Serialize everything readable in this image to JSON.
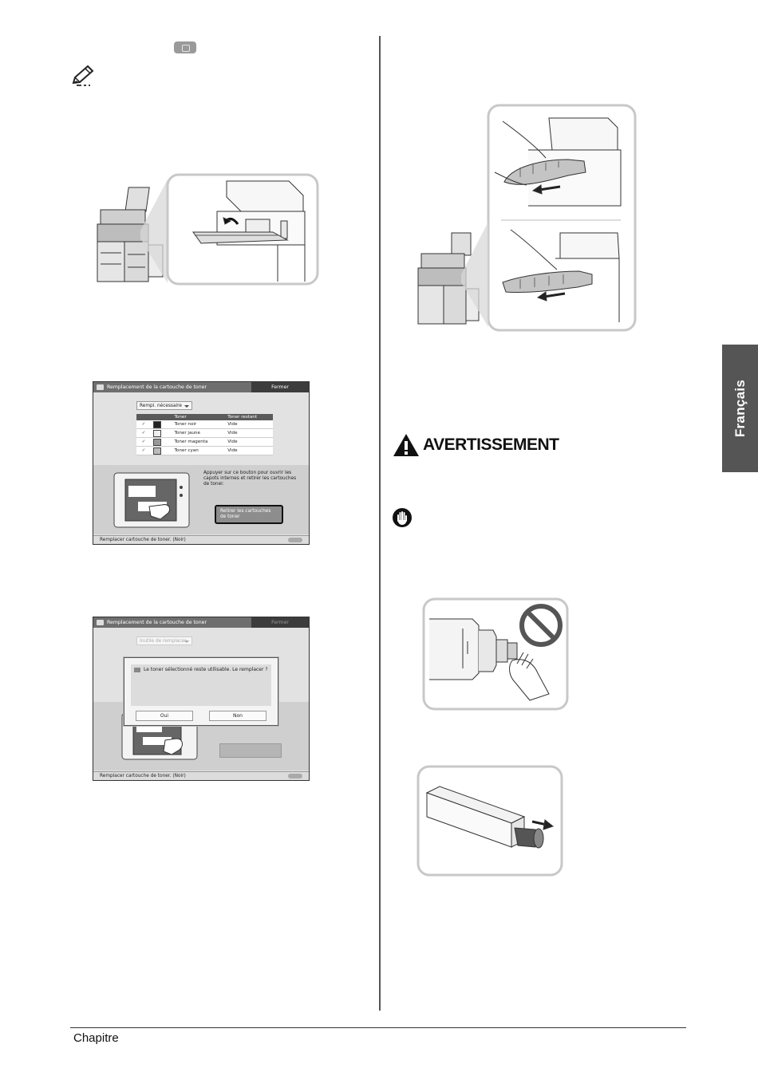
{
  "footer": {
    "label": "Chapitre"
  },
  "side_tab": {
    "label": "Français"
  },
  "warning": {
    "title": "AVERTISSEMENT"
  },
  "screen1": {
    "title": "Remplacement de la cartouche de toner",
    "close_label": "Fermer",
    "dropdown": "Rempl. nécessaire",
    "table": {
      "headers": [
        "Toner",
        "Toner restant"
      ],
      "rows": [
        {
          "name": "Toner noir",
          "status": "Vide"
        },
        {
          "name": "Toner jaune",
          "status": "Vide"
        },
        {
          "name": "Toner magenta",
          "status": "Vide"
        },
        {
          "name": "Toner cyan",
          "status": "Vide"
        }
      ]
    },
    "description": "Appuyer sur ce bouton pour ouvrir les capots internes et retirer les cartouches de toner.",
    "button_label": "Retirer les cartouches de toner",
    "status": "Remplacer cartouche de toner. (Noir)"
  },
  "screen2": {
    "title": "Remplacement de la cartouche de toner",
    "close_label": "Fermer",
    "dropdown": "Inutile de remplacer",
    "dialog_message": "Le toner sélectionné reste utilisable. Le remplacer ?",
    "yes_label": "Oui",
    "no_label": "Non",
    "status": "Remplacer cartouche de toner. (Noir)"
  },
  "colors": {
    "side_tab": "#555555",
    "frame": "#c8c8c8",
    "screen_title": "#6e6e6e"
  },
  "icons": [
    "note-pencil-icon",
    "warning-triangle-icon",
    "important-hand-icon",
    "prohibited-icon"
  ]
}
